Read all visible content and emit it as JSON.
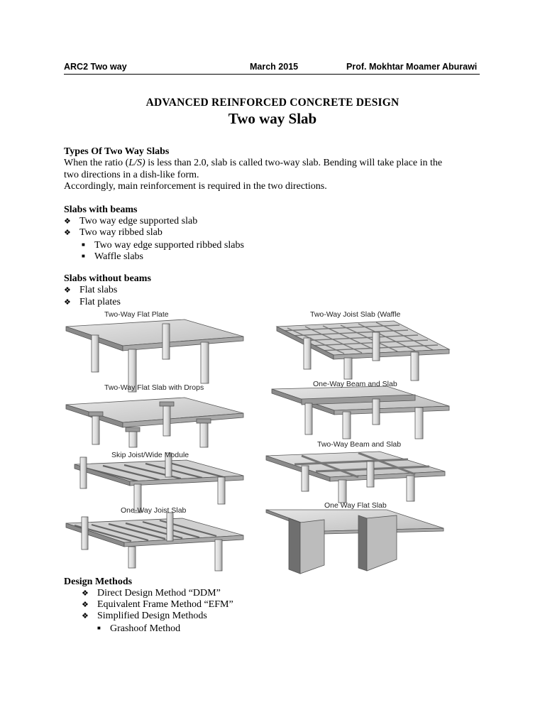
{
  "header": {
    "left": "ARC2 Two way",
    "center": "March 2015",
    "right": "Prof. Mokhtar Moamer Aburawi"
  },
  "title": {
    "main": "ADVANCED REINFORCED CONCRETE DESIGN",
    "sub": "Two way Slab"
  },
  "types": {
    "heading": "Types Of Two Way Slabs",
    "line1_a": "When the ratio (",
    "line1_ratio": "L/S)",
    "line1_b": " is less than 2.0, slab is called two-way slab. Bending will take place in the",
    "line2": "two directions in a dish-like form.",
    "line3": "Accordingly, main reinforcement is required in the two directions."
  },
  "with_beams": {
    "heading": "Slabs with beams",
    "items": [
      "Two way edge supported slab",
      "Two way ribbed slab"
    ],
    "subitems": [
      "Two way edge supported ribbed slabs",
      "Waffle slabs"
    ]
  },
  "without_beams": {
    "heading": "Slabs without beams",
    "items": [
      "Flat slabs",
      "Flat plates"
    ]
  },
  "figures": {
    "left": [
      "Two-Way Flat Plate",
      "Two-Way Flat Slab with Drops",
      "Skip Joist/Wide Module",
      "One-Way Joist Slab"
    ],
    "right": [
      "Two-Way Joist Slab (Waffle",
      "One-Way Beam and Slab",
      "Two-Way Beam and Slab",
      "One Way Flat Slab"
    ]
  },
  "design": {
    "heading": "Design Methods",
    "items": [
      "Direct Design Method “DDM”",
      "Equivalent Frame Method “EFM”",
      "Simplified Design Methods"
    ],
    "subitems": [
      "Grashoof Method"
    ]
  },
  "symbols": {
    "diamond_bullet": "❖",
    "square_bullet": "■"
  }
}
